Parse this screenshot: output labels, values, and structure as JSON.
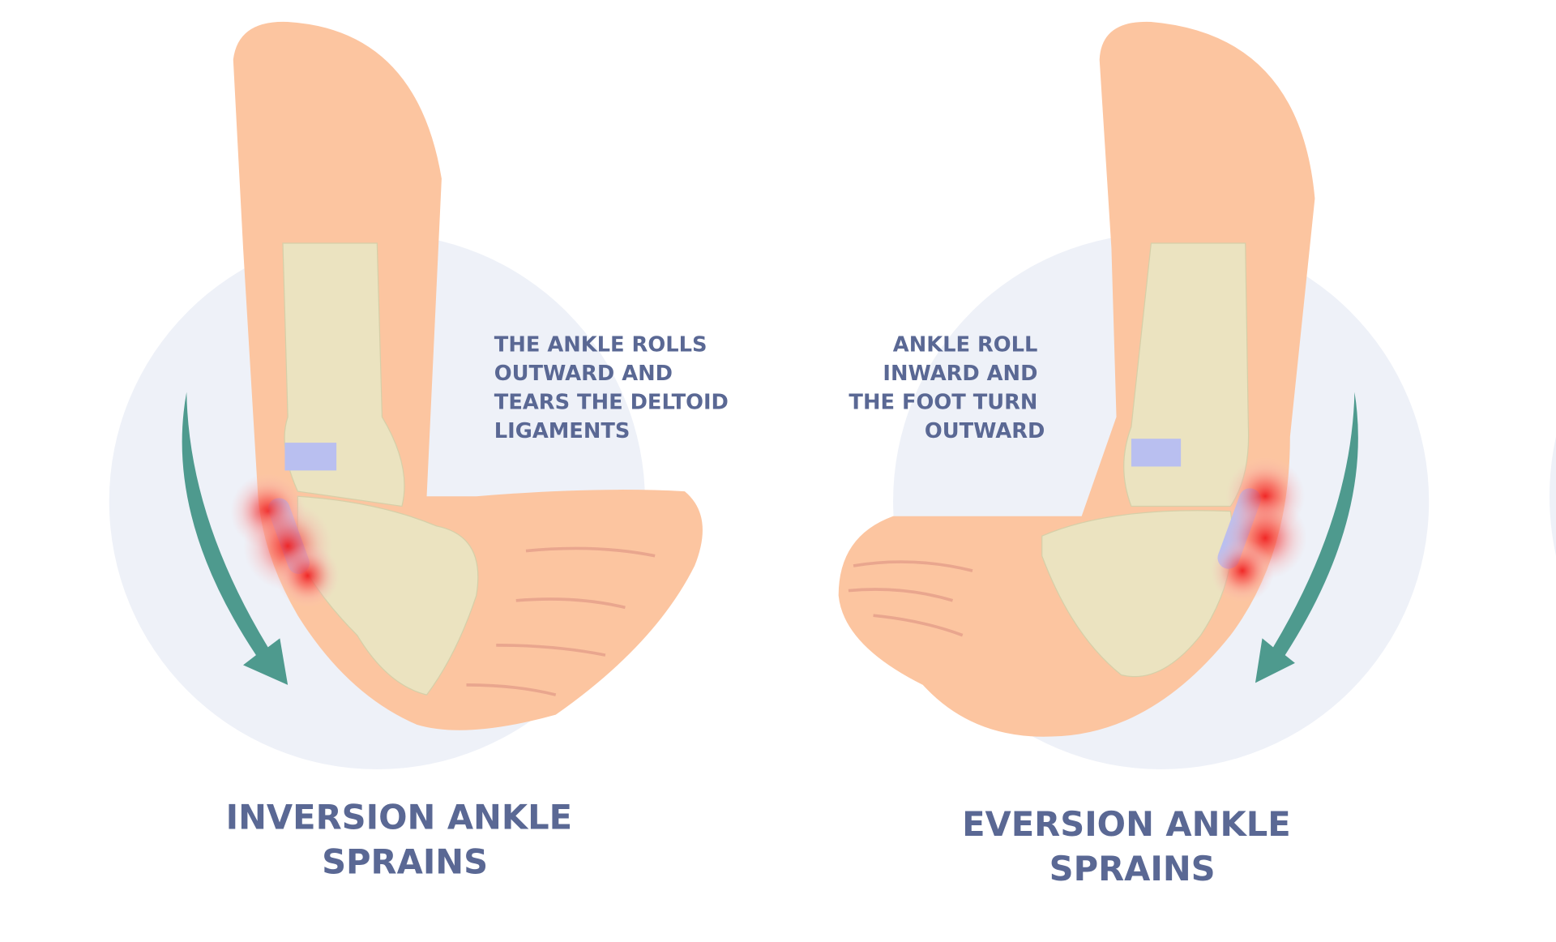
{
  "left_panel": {
    "description_lines": [
      "THE ANKLE ROLLS",
      "OUTWARD AND",
      "TEARS THE DELTOID",
      "LIGAMENTS"
    ],
    "title_lines": [
      "INVERSION ANKLE",
      "SPRAINS"
    ]
  },
  "right_panel": {
    "description_lines": [
      "ANKLE ROLL",
      "INWARD AND",
      "THE FOOT TURN",
      "OUTWARD"
    ],
    "title_lines": [
      "EVERSION ANKLE",
      "SPRAINS"
    ]
  },
  "colors": {
    "text": "#5a6894",
    "skin": "#fcc5a0",
    "bone": "#ebe3c0",
    "circle": "#eef1f8",
    "arrow": "#4e9a8e",
    "ligament": "#b9bff0",
    "pain": "#f03a3a"
  }
}
